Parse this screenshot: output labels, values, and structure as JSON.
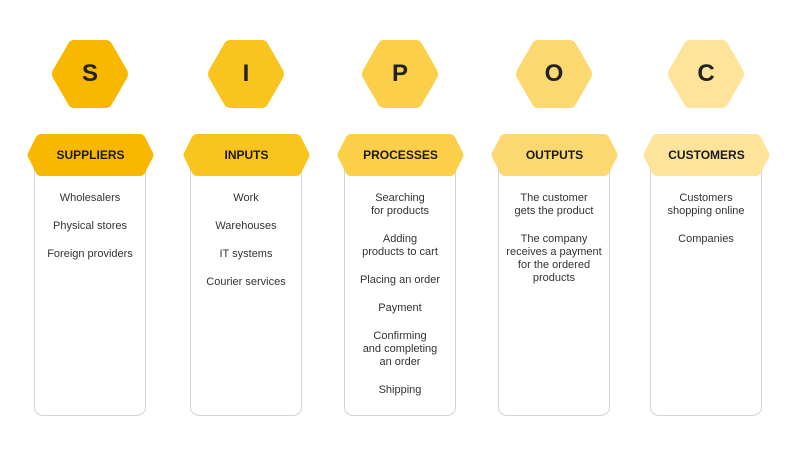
{
  "columns": [
    {
      "letter": "S",
      "title": "SUPPLIERS",
      "color": "#f9b800",
      "items": [
        "Wholesalers",
        "Physical stores",
        "Foreign providers"
      ]
    },
    {
      "letter": "I",
      "title": "INPUTS",
      "color": "#fac41e",
      "items": [
        "Work",
        "Warehouses",
        "IT systems",
        "Courier services"
      ]
    },
    {
      "letter": "P",
      "title": "PROCESSES",
      "color": "#fbcf48",
      "items": [
        "Searching for products",
        "Adding products to cart",
        "Placing an order",
        "Payment",
        "Confirming and completing an order",
        "Shipping"
      ]
    },
    {
      "letter": "O",
      "title": "OUTPUTS",
      "color": "#fcd970",
      "items": [
        "The customer gets the product",
        "The company receives a payment for the ordered products"
      ]
    },
    {
      "letter": "C",
      "title": "CUSTOMERS",
      "color": "#fde49a",
      "items": [
        "Customers shopping online",
        "Companies"
      ]
    }
  ]
}
